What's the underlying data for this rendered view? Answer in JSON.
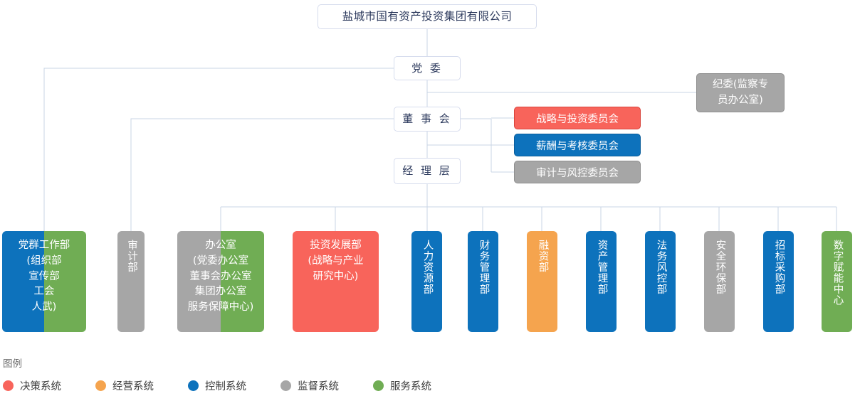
{
  "palette": {
    "red": "#f8645b",
    "orange": "#f5a44e",
    "blue": "#0d72bc",
    "gray": "#a6a6a6",
    "green": "#70ad54",
    "line": "#c8d4e4",
    "node_text": "#2e3b5e"
  },
  "root": {
    "label": "盐城市国有资产投资集团有限公司"
  },
  "spine": [
    {
      "key": "party_committee",
      "label": "党 委"
    },
    {
      "key": "board_of_directors",
      "label": "董 事 会"
    },
    {
      "key": "management_layer",
      "label": "经 理 层"
    }
  ],
  "discipline": {
    "label": "纪委(监察专\n员办公室)",
    "system": "监督系统"
  },
  "committees": [
    {
      "key": "strategy_investment",
      "label": "战略与投资委员会",
      "system": "决策系统"
    },
    {
      "key": "remuneration_appraisal",
      "label": "薪酬与考核委员会",
      "system": "控制系统"
    },
    {
      "key": "audit_risk",
      "label": "审计与风控委员会",
      "system": "监督系统"
    }
  ],
  "departments": [
    {
      "key": "party_mass_work",
      "label": "党群工作部\n(组织部\n宣传部\n工会\n人武)",
      "orientation": "horizontal",
      "fill_left": "blue",
      "fill_right": "green"
    },
    {
      "key": "audit_dept",
      "label": "审计部",
      "orientation": "vertical",
      "fill_left": "gray",
      "fill_right": "gray"
    },
    {
      "key": "general_office",
      "label": "办公室\n(党委办公室\n董事会办公室\n集团办公室\n服务保障中心)",
      "orientation": "horizontal",
      "fill_left": "gray",
      "fill_right": "green"
    },
    {
      "key": "investment_development",
      "label": "投资发展部\n(战略与产业\n研究中心)",
      "orientation": "horizontal",
      "fill_left": "red",
      "fill_right": "red"
    },
    {
      "key": "human_resources",
      "label": "人力资源部",
      "orientation": "vertical",
      "fill_left": "blue",
      "fill_right": "blue"
    },
    {
      "key": "financial_management",
      "label": "财务管理部",
      "orientation": "vertical",
      "fill_left": "blue",
      "fill_right": "blue"
    },
    {
      "key": "financing",
      "label": "融资部",
      "orientation": "vertical",
      "fill_left": "orange",
      "fill_right": "orange"
    },
    {
      "key": "asset_management",
      "label": "资产管理部",
      "orientation": "vertical",
      "fill_left": "blue",
      "fill_right": "blue"
    },
    {
      "key": "legal_risk_control",
      "label": "法务风控部",
      "orientation": "vertical",
      "fill_left": "blue",
      "fill_right": "blue"
    },
    {
      "key": "safety_environment",
      "label": "安全环保部",
      "orientation": "vertical",
      "fill_left": "gray",
      "fill_right": "gray"
    },
    {
      "key": "bidding_procurement",
      "label": "招标采购部",
      "orientation": "vertical",
      "fill_left": "blue",
      "fill_right": "blue"
    },
    {
      "key": "digital_enablement",
      "label": "数字赋能中心",
      "orientation": "vertical",
      "fill_left": "green",
      "fill_right": "green"
    }
  ],
  "legend": {
    "title": "图例",
    "items": [
      {
        "key": "decision",
        "label": "决策系统",
        "color": "#f8645b"
      },
      {
        "key": "operation",
        "label": "经营系统",
        "color": "#f5a44e"
      },
      {
        "key": "control",
        "label": "控制系统",
        "color": "#0d72bc"
      },
      {
        "key": "supervision",
        "label": "监督系统",
        "color": "#a6a6a6"
      },
      {
        "key": "service",
        "label": "服务系统",
        "color": "#70ad54"
      }
    ]
  }
}
